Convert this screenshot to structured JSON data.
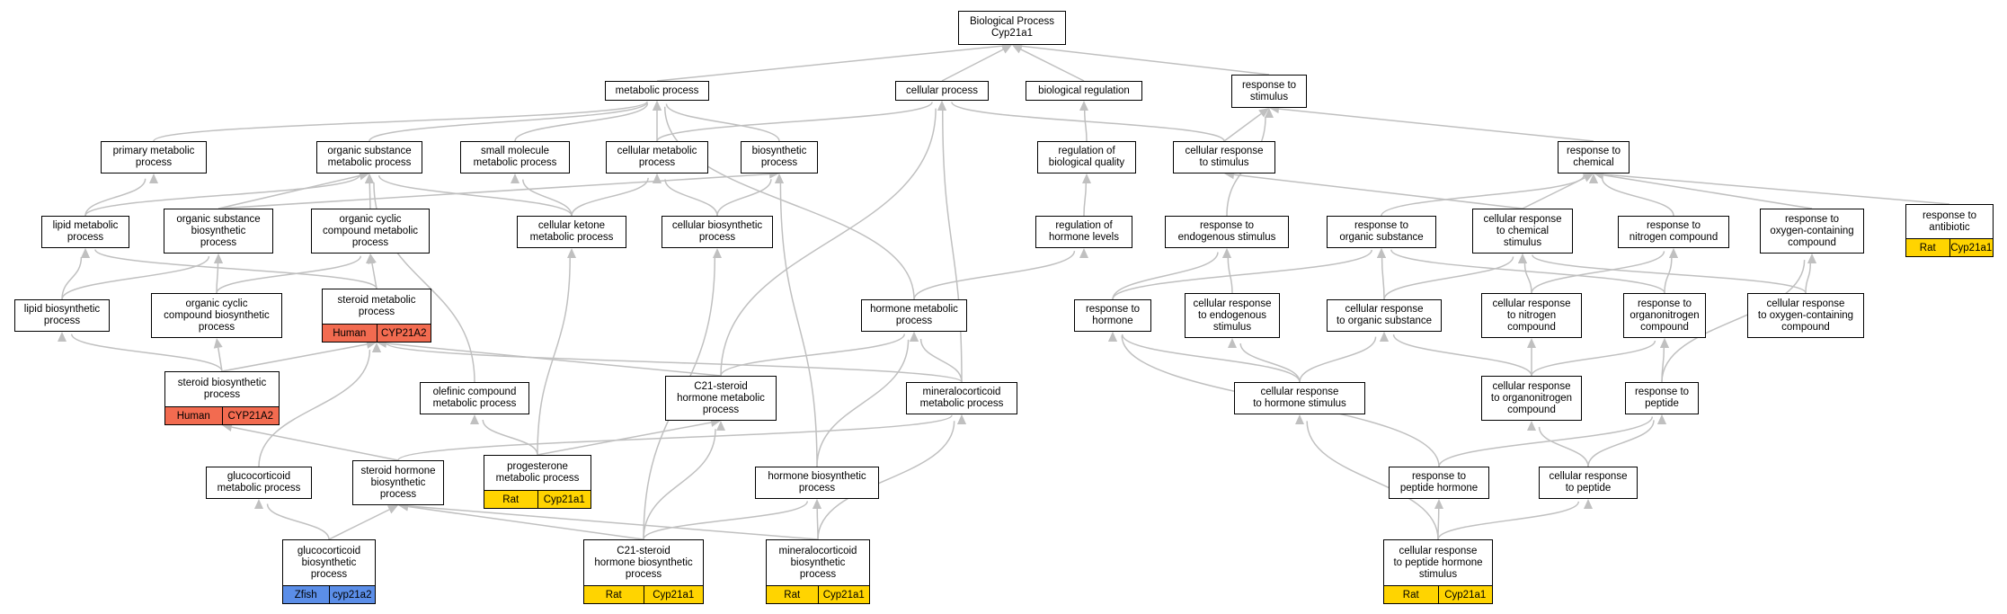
{
  "colors": {
    "edge": "#c0c0c0",
    "border": "#000000",
    "Human": "#f26b50",
    "Rat": "#ffd400",
    "Zfish": "#5b8ee8"
  },
  "nodes": [
    {
      "id": "bp",
      "label": "Biological Process\nCyp21a1"
    },
    {
      "id": "metproc",
      "label": "metabolic process"
    },
    {
      "id": "cellproc",
      "label": "cellular process"
    },
    {
      "id": "bioreg",
      "label": "biological regulation"
    },
    {
      "id": "resp_stim",
      "label": "response to\nstimulus"
    },
    {
      "id": "primmet",
      "label": "primary metabolic\nprocess"
    },
    {
      "id": "orgsub",
      "label": "organic substance\nmetabolic process"
    },
    {
      "id": "smallmol",
      "label": "small molecule\nmetabolic process"
    },
    {
      "id": "cellmet",
      "label": "cellular metabolic\nprocess"
    },
    {
      "id": "biosyn",
      "label": "biosynthetic\nprocess"
    },
    {
      "id": "regbq",
      "label": "regulation of\nbiological quality"
    },
    {
      "id": "cellresp_stim",
      "label": "cellular response\nto stimulus"
    },
    {
      "id": "resp_chem",
      "label": "response to\nchemical"
    },
    {
      "id": "lipmet",
      "label": "lipid metabolic\nprocess"
    },
    {
      "id": "orgsubbio",
      "label": "organic substance\nbiosynthetic\nprocess"
    },
    {
      "id": "orgcyc",
      "label": "organic cyclic\ncompound metabolic\nprocess"
    },
    {
      "id": "cellket",
      "label": "cellular ketone\nmetabolic process"
    },
    {
      "id": "cellbio",
      "label": "cellular biosynthetic\nprocess"
    },
    {
      "id": "reghorm",
      "label": "regulation of\nhormone levels"
    },
    {
      "id": "resp_endo",
      "label": "response to\nendogenous stimulus"
    },
    {
      "id": "resp_orgsub",
      "label": "response to\norganic substance"
    },
    {
      "id": "cellresp_chem",
      "label": "cellular response\nto chemical\nstimulus"
    },
    {
      "id": "resp_nitro",
      "label": "response to\nnitrogen compound"
    },
    {
      "id": "resp_oxy",
      "label": "response to\noxygen-containing\ncompound"
    },
    {
      "id": "resp_antib",
      "label": "response to\nantibiotic",
      "annot": [
        "Rat",
        "Cyp21a1"
      ]
    },
    {
      "id": "lipbio",
      "label": "lipid biosynthetic\nprocess"
    },
    {
      "id": "orgcycbio",
      "label": "organic cyclic\ncompound biosynthetic\nprocess"
    },
    {
      "id": "stermet",
      "label": "steroid metabolic\nprocess",
      "annot": [
        "Human",
        "CYP21A2"
      ]
    },
    {
      "id": "hormmet",
      "label": "hormone metabolic\nprocess"
    },
    {
      "id": "resp_horm",
      "label": "response to\nhormone"
    },
    {
      "id": "cellresp_endo",
      "label": "cellular response\nto endogenous\nstimulus"
    },
    {
      "id": "cellresp_orgsub",
      "label": "cellular response\nto organic substance"
    },
    {
      "id": "cellresp_nitro",
      "label": "cellular response\nto nitrogen\ncompound"
    },
    {
      "id": "resp_orgnitro",
      "label": "response to\norganonitrogen\ncompound"
    },
    {
      "id": "cellresp_oxy",
      "label": "cellular response\nto oxygen-containing\ncompound"
    },
    {
      "id": "sterbio",
      "label": "steroid biosynthetic\nprocess",
      "annot": [
        "Human",
        "CYP21A2"
      ]
    },
    {
      "id": "olef",
      "label": "olefinic compound\nmetabolic process"
    },
    {
      "id": "c21met",
      "label": "C21-steroid\nhormone metabolic\nprocess"
    },
    {
      "id": "minmet",
      "label": "mineralocorticoid\nmetabolic process"
    },
    {
      "id": "cellresp_horm",
      "label": "cellular response\nto hormone stimulus"
    },
    {
      "id": "cellresp_orgnitro",
      "label": "cellular response\nto organonitrogen\ncompound"
    },
    {
      "id": "resp_pep",
      "label": "response to\npeptide"
    },
    {
      "id": "progmet",
      "label": "progesterone\nmetabolic process",
      "annot": [
        "Rat",
        "Cyp21a1"
      ]
    },
    {
      "id": "glucmet",
      "label": "glucocorticoid\nmetabolic process"
    },
    {
      "id": "sthormbio",
      "label": "steroid hormone\nbiosynthetic\nprocess"
    },
    {
      "id": "hormbio",
      "label": "hormone biosynthetic\nprocess"
    },
    {
      "id": "resp_pephorm",
      "label": "response to\npeptide hormone"
    },
    {
      "id": "cellresp_pep",
      "label": "cellular response\nto peptide"
    },
    {
      "id": "glucbio",
      "label": "glucocorticoid\nbiosynthetic\nprocess",
      "annot": [
        "Zfish",
        "cyp21a2"
      ]
    },
    {
      "id": "c21bio",
      "label": "C21-steroid\nhormone biosynthetic\nprocess",
      "annot": [
        "Rat",
        "Cyp21a1"
      ]
    },
    {
      "id": "minbio",
      "label": "mineralocorticoid\nbiosynthetic\nprocess",
      "annot": [
        "Rat",
        "Cyp21a1"
      ]
    },
    {
      "id": "cellresp_pephorm",
      "label": "cellular response\nto peptide hormone\nstimulus",
      "annot": [
        "Rat",
        "Cyp21a1"
      ]
    }
  ],
  "edges": [
    [
      "metproc",
      "bp"
    ],
    [
      "cellproc",
      "bp"
    ],
    [
      "bioreg",
      "bp"
    ],
    [
      "resp_stim",
      "bp"
    ],
    [
      "primmet",
      "metproc"
    ],
    [
      "orgsub",
      "metproc"
    ],
    [
      "smallmol",
      "metproc"
    ],
    [
      "cellmet",
      "metproc"
    ],
    [
      "biosyn",
      "metproc"
    ],
    [
      "cellmet",
      "cellproc"
    ],
    [
      "cellresp_stim",
      "cellproc"
    ],
    [
      "regbq",
      "bioreg"
    ],
    [
      "cellresp_stim",
      "resp_stim"
    ],
    [
      "resp_chem",
      "resp_stim"
    ],
    [
      "resp_endo",
      "resp_stim"
    ],
    [
      "lipmet",
      "primmet"
    ],
    [
      "lipmet",
      "orgsub"
    ],
    [
      "orgsubbio",
      "orgsub"
    ],
    [
      "orgsubbio",
      "biosyn"
    ],
    [
      "orgcyc",
      "orgsub"
    ],
    [
      "cellket",
      "smallmol"
    ],
    [
      "cellket",
      "cellmet"
    ],
    [
      "cellket",
      "orgsub"
    ],
    [
      "cellbio",
      "cellmet"
    ],
    [
      "cellbio",
      "biosyn"
    ],
    [
      "reghorm",
      "regbq"
    ],
    [
      "cellresp_chem",
      "cellresp_stim"
    ],
    [
      "cellresp_chem",
      "resp_chem"
    ],
    [
      "resp_orgsub",
      "resp_chem"
    ],
    [
      "resp_nitro",
      "resp_chem"
    ],
    [
      "resp_oxy",
      "resp_chem"
    ],
    [
      "resp_antib",
      "resp_chem"
    ],
    [
      "lipbio",
      "lipmet"
    ],
    [
      "lipbio",
      "orgsubbio"
    ],
    [
      "orgcycbio",
      "orgsubbio"
    ],
    [
      "orgcycbio",
      "orgcyc"
    ],
    [
      "sterbio",
      "lipbio"
    ],
    [
      "sterbio",
      "orgcycbio"
    ],
    [
      "sterbio",
      "stermet"
    ],
    [
      "stermet",
      "orgcyc"
    ],
    [
      "stermet",
      "lipmet"
    ],
    [
      "hormmet",
      "metproc"
    ],
    [
      "hormmet",
      "reghorm"
    ],
    [
      "resp_horm",
      "resp_endo"
    ],
    [
      "resp_horm",
      "resp_orgsub"
    ],
    [
      "cellresp_endo",
      "resp_endo"
    ],
    [
      "cellresp_orgsub",
      "resp_orgsub"
    ],
    [
      "cellresp_orgsub",
      "cellresp_chem"
    ],
    [
      "cellresp_nitro",
      "cellresp_chem"
    ],
    [
      "cellresp_nitro",
      "resp_nitro"
    ],
    [
      "resp_orgnitro",
      "resp_nitro"
    ],
    [
      "resp_orgnitro",
      "resp_orgsub"
    ],
    [
      "cellresp_oxy",
      "resp_oxy"
    ],
    [
      "cellresp_oxy",
      "cellresp_chem"
    ],
    [
      "olef",
      "orgsub"
    ],
    [
      "c21met",
      "hormmet"
    ],
    [
      "c21met",
      "stermet"
    ],
    [
      "c21met",
      "cellproc"
    ],
    [
      "minmet",
      "hormmet"
    ],
    [
      "minmet",
      "stermet"
    ],
    [
      "minmet",
      "cellproc"
    ],
    [
      "cellresp_horm",
      "resp_horm"
    ],
    [
      "cellresp_horm",
      "cellresp_endo"
    ],
    [
      "cellresp_horm",
      "cellresp_orgsub"
    ],
    [
      "cellresp_orgnitro",
      "cellresp_nitro"
    ],
    [
      "cellresp_orgnitro",
      "resp_orgnitro"
    ],
    [
      "cellresp_orgnitro",
      "cellresp_orgsub"
    ],
    [
      "resp_pep",
      "resp_orgnitro"
    ],
    [
      "resp_pep",
      "resp_oxy"
    ],
    [
      "progmet",
      "olef"
    ],
    [
      "progmet",
      "c21met"
    ],
    [
      "progmet",
      "cellket"
    ],
    [
      "glucmet",
      "stermet"
    ],
    [
      "sthormbio",
      "sterbio"
    ],
    [
      "sthormbio",
      "minmet"
    ],
    [
      "hormbio",
      "hormmet"
    ],
    [
      "hormbio",
      "biosyn"
    ],
    [
      "resp_pephorm",
      "resp_pep"
    ],
    [
      "resp_pephorm",
      "resp_horm"
    ],
    [
      "cellresp_pep",
      "resp_pep"
    ],
    [
      "cellresp_pep",
      "cellresp_orgnitro"
    ],
    [
      "glucbio",
      "glucmet"
    ],
    [
      "glucbio",
      "sthormbio"
    ],
    [
      "c21bio",
      "sthormbio"
    ],
    [
      "c21bio",
      "c21met"
    ],
    [
      "c21bio",
      "cellbio"
    ],
    [
      "c21bio",
      "hormbio"
    ],
    [
      "minbio",
      "hormbio"
    ],
    [
      "minbio",
      "minmet"
    ],
    [
      "minbio",
      "sthormbio"
    ],
    [
      "cellresp_pephorm",
      "resp_pephorm"
    ],
    [
      "cellresp_pephorm",
      "cellresp_horm"
    ],
    [
      "cellresp_pephorm",
      "cellresp_pep"
    ]
  ]
}
